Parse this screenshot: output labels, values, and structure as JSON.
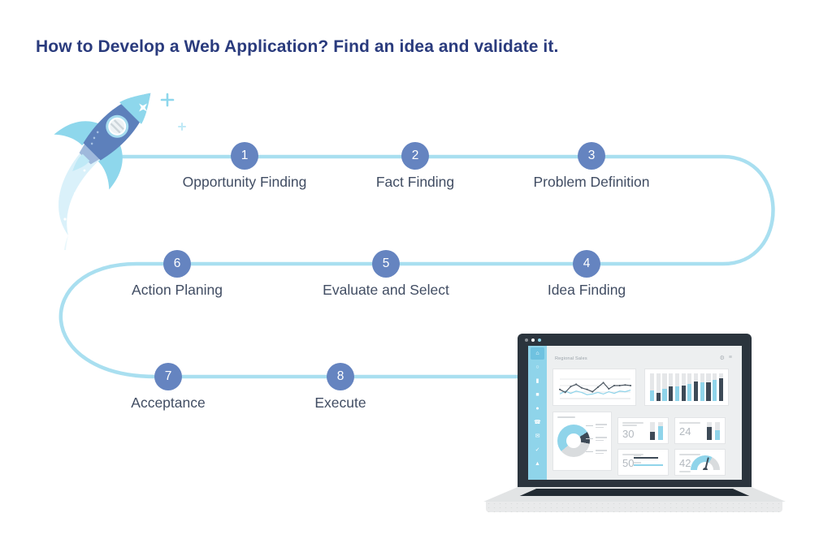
{
  "title": "How to Develop a Web Application? Find an idea and validate it.",
  "colors": {
    "title_text": "#2a3b7d",
    "path_line": "#a9dff0",
    "step_circle": "#6584c0",
    "step_label": "#414d63",
    "rocket_body": "#5d80bb",
    "rocket_accent": "#8ed7ec",
    "laptop_frame": "#2b343d",
    "sidebar": "#8fd4ea",
    "chart_dark": "#3d4a57",
    "chart_blue": "#8fd4ea",
    "chart_gray": "#d9dcde"
  },
  "steps": [
    {
      "number": "1",
      "label": "Opportunity Finding"
    },
    {
      "number": "2",
      "label": "Fact Finding"
    },
    {
      "number": "3",
      "label": "Problem Definition"
    },
    {
      "number": "4",
      "label": "Idea Finding"
    },
    {
      "number": "5",
      "label": "Evaluate and Select"
    },
    {
      "number": "6",
      "label": "Action Planing"
    },
    {
      "number": "7",
      "label": "Acceptance"
    },
    {
      "number": "8",
      "label": "Execute"
    }
  ],
  "laptop": {
    "window_dots": [
      "gray",
      "white",
      "blue"
    ],
    "dashboard": {
      "title": "Regional Sales",
      "header_icons": [
        {
          "name": "gear-icon",
          "glyph": "⚙"
        },
        {
          "name": "menu-icon",
          "glyph": "≡"
        }
      ],
      "sidebar_icons": [
        {
          "name": "home-icon",
          "glyph": "⌂"
        },
        {
          "name": "search-icon",
          "glyph": "○"
        },
        {
          "name": "stats-icon",
          "glyph": "▮"
        },
        {
          "name": "folder-icon",
          "glyph": "■"
        },
        {
          "name": "settings-icon",
          "glyph": "●"
        },
        {
          "name": "phone-icon",
          "glyph": "☎"
        },
        {
          "name": "mail-icon",
          "glyph": "✉"
        },
        {
          "name": "tasks-icon",
          "glyph": "✓"
        },
        {
          "name": "profile-icon",
          "glyph": "▲"
        }
      ],
      "line_chart": {
        "type": "line",
        "series": [
          {
            "name": "dark",
            "values": [
              40,
              27,
              53,
              63,
              47,
              40,
              30,
              50,
              70,
              43,
              57,
              57,
              60,
              57
            ]
          },
          {
            "name": "blue",
            "values": [
              20,
              33,
              23,
              33,
              27,
              17,
              20,
              27,
              20,
              30,
              23,
              33,
              30,
              37
            ]
          }
        ]
      },
      "bar_chart": {
        "type": "bar",
        "values": [
          38,
          30,
          45,
          52,
          52,
          56,
          62,
          72,
          68,
          68,
          76,
          82
        ]
      },
      "donut_chart": {
        "type": "pie",
        "segments": [
          {
            "color": "blue",
            "pct": 52
          },
          {
            "color": "dark",
            "pct": 12
          },
          {
            "color": "gray",
            "pct": 36
          }
        ]
      },
      "stats": [
        {
          "value": "30"
        },
        {
          "value": "24"
        },
        {
          "value": "50"
        },
        {
          "value": "42"
        }
      ]
    }
  }
}
